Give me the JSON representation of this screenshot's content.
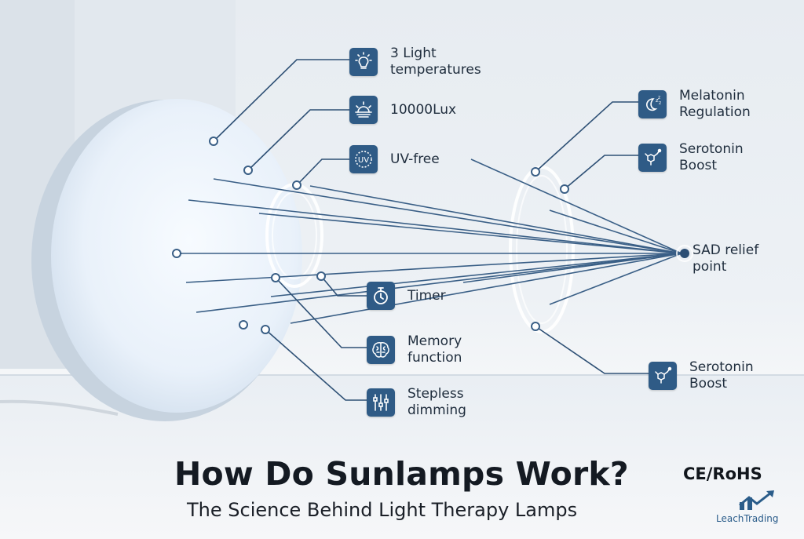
{
  "features_left": [
    {
      "id": "light-temps",
      "label": "3 Light\ntemperatures",
      "icon": "lightbulb-icon"
    },
    {
      "id": "lux",
      "label": "10000Lux",
      "icon": "sunrise-icon"
    },
    {
      "id": "uv",
      "label": "UV-free",
      "icon": "uv-shield-icon"
    },
    {
      "id": "timer",
      "label": "Timer",
      "icon": "stopwatch-icon"
    },
    {
      "id": "memory",
      "label": "Memory\nfunction",
      "icon": "brain-icon"
    },
    {
      "id": "dimming",
      "label": "Stepless\ndimming",
      "icon": "sliders-icon"
    }
  ],
  "features_right": [
    {
      "id": "melatonin",
      "label": "Melatonin\nRegulation",
      "icon": "moon-zzz-icon"
    },
    {
      "id": "serotonin-top",
      "label": "Serotonin\nBoost",
      "icon": "molecule-icon"
    },
    {
      "id": "sad",
      "label": "SAD relief\npoint",
      "icon": "focal-point-icon"
    },
    {
      "id": "serotonin-bottom",
      "label": "Serotonin\nBoost",
      "icon": "molecule-icon"
    }
  ],
  "title": "How Do Sunlamps Work?",
  "subtitle": "The Science Behind Light Therapy Lamps",
  "certification": "CE/RoHS",
  "brand": "LeachTrading",
  "colors": {
    "icon_bg": "#2f5b86",
    "line": "#2e5075",
    "lamp": "#eef4fb",
    "accent": "#2a5c8a"
  }
}
